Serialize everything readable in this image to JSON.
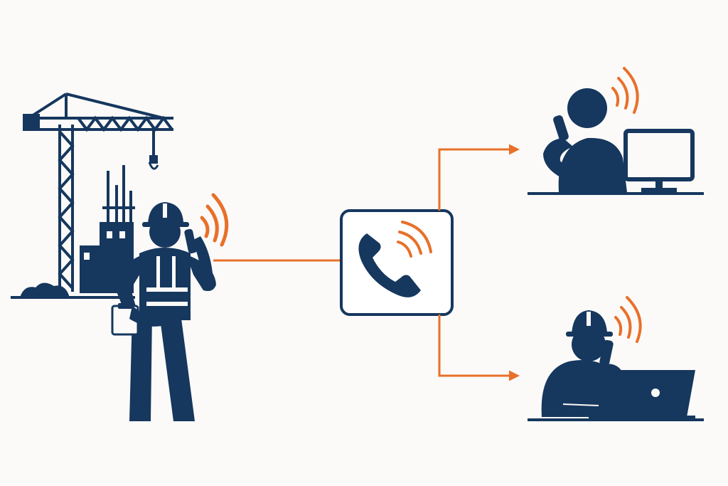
{
  "colors": {
    "background": "#fbfaf8",
    "navy": "#16375e",
    "orange": "#e8702a",
    "box_fill": "#ffffff"
  },
  "diagram": {
    "nodes": [
      {
        "id": "site-worker",
        "icon": "construction-worker-with-radio-icon",
        "scene": "construction-site-with-crane-icon"
      },
      {
        "id": "call-hub",
        "icon": "phone-call-icon"
      },
      {
        "id": "office-recipient",
        "icon": "office-worker-on-phone-at-desktop-icon"
      },
      {
        "id": "field-recipient",
        "icon": "hardhat-worker-on-phone-at-laptop-icon"
      }
    ],
    "edges": [
      {
        "from": "site-worker",
        "to": "call-hub",
        "style": "line"
      },
      {
        "from": "call-hub",
        "to": "office-recipient",
        "style": "arrow"
      },
      {
        "from": "call-hub",
        "to": "field-recipient",
        "style": "arrow"
      }
    ]
  }
}
